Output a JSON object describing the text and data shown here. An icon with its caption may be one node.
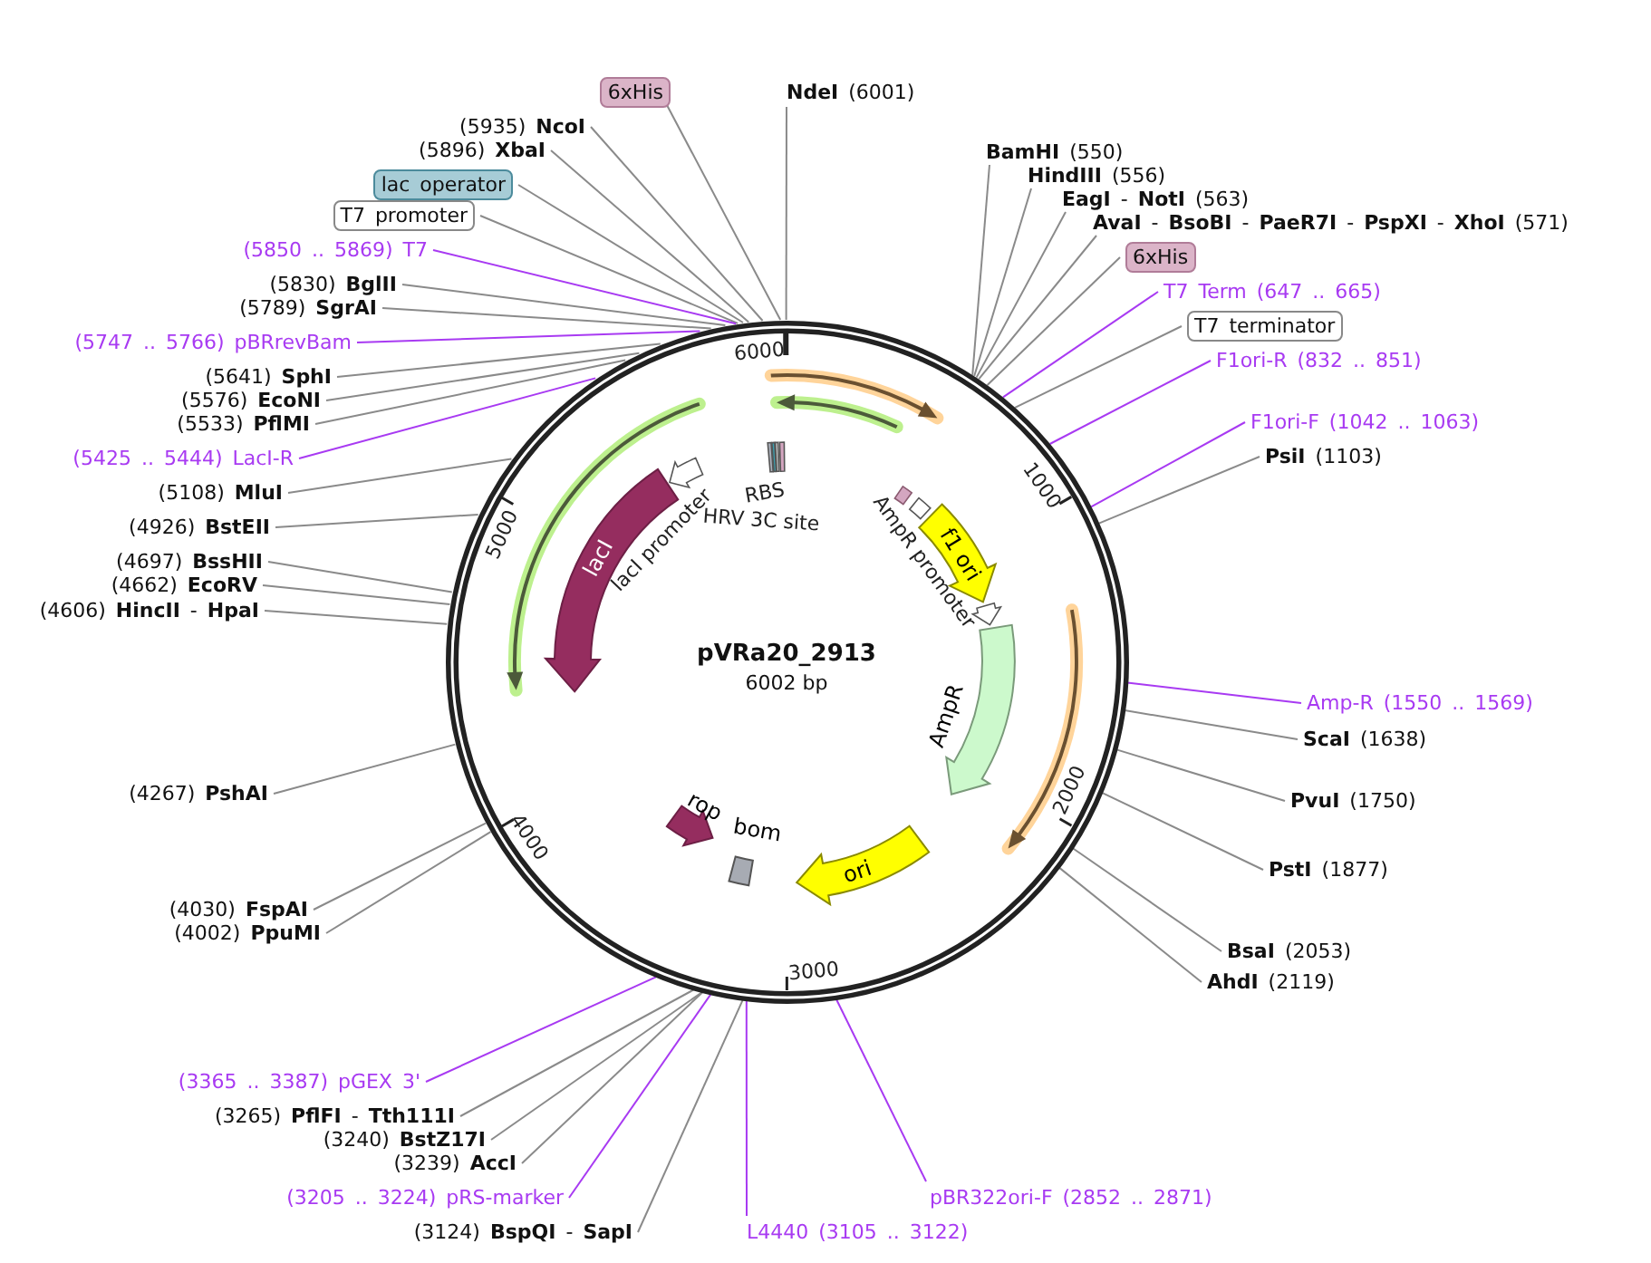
{
  "diagram": {
    "nodes": [
      {
        "text": [
          "6xHis"
        ]
      },
      {
        "text": [
          "**NdeI** (6001)"
        ]
      },
      {
        "text": [
          "(5935) **NcoI**"
        ]
      },
      {
        "text": [
          "(5896) **XbaI**"
        ]
      },
      {
        "text": [
          "lac operator"
        ]
      },
      {
        "text": [
          "T7 promoter"
        ]
      },
      {
        "text": [
          "(5850 .. 5869) T7"
        ]
      },
      {
        "text": [
          "(5830) **BglII**"
        ]
      },
      {
        "text": [
          "(5789) **SgrAI**"
        ]
      },
      {
        "text": [
          "(5747 .. 5766) pBRrevBam"
        ]
      },
      {
        "text": [
          "(5641) **SphI**"
        ]
      },
      {
        "text": [
          "(5576) **EcoNI**"
        ]
      },
      {
        "text": [
          "(5533) **PflMI**"
        ]
      },
      {
        "text": [
          "(5425 .. 5444) LacI-R"
        ]
      },
      {
        "text": [
          "(5108) **MluI**"
        ]
      },
      {
        "text": [
          "(4926) **BstEII**"
        ]
      },
      {
        "text": [
          "(4697) **BssHII**"
        ]
      },
      {
        "text": [
          "(4662) **EcoRV**"
        ]
      },
      {
        "text": [
          "(4606) **HincII** - **HpaI**"
        ]
      },
      {
        "text": [
          "(4267) **PshAI**"
        ]
      },
      {
        "text": [
          "(4030) **FspAI**"
        ]
      },
      {
        "text": [
          "(4002) **PpuMI**"
        ]
      },
      {
        "text": [
          "(3365 .. 3387) pGEX 3'"
        ]
      },
      {
        "text": [
          "(3265) **PflFI** - **Tth111I**"
        ]
      },
      {
        "text": [
          "(3240) **BstZ17I**"
        ]
      },
      {
        "text": [
          "(3239) **AccI**"
        ]
      },
      {
        "text": [
          "(3205 .. 3224) pRS-marker"
        ]
      },
      {
        "text": [
          "(3124) **BspQI** - **SapI**"
        ]
      },
      {
        "text": [
          "L4440 (3105 .. 3122)"
        ]
      },
      {
        "text": [
          "pBR322ori-F (2852 .. 2871)"
        ]
      },
      {
        "text": [
          "**AhdI** (2119)"
        ]
      },
      {
        "text": [
          "**BsaI** (2053)"
        ]
      },
      {
        "text": [
          "**PstI** (1877)"
        ]
      },
      {
        "text": [
          "**PvuI** (1750)"
        ]
      },
      {
        "text": [
          "**ScaI** (1638)"
        ]
      },
      {
        "text": [
          "Amp-R (1550 .. 1569)"
        ]
      },
      {
        "text": [
          "**PsiI** (1103)"
        ]
      },
      {
        "text": [
          "F1ori-F (1042 .. 1063)"
        ]
      },
      {
        "text": [
          "F1ori-R (832 .. 851)"
        ]
      },
      {
        "text": [
          "T7 terminator"
        ]
      },
      {
        "text": [
          "T7 Term (647 .. 665)"
        ]
      },
      {
        "text": [
          "6xHis"
        ]
      },
      {
        "text": [
          "**AvaI** - **BsoBI** - **PaeR7I** - **PspXI** - **XhoI** (571)"
        ]
      },
      {
        "text": [
          "**EagI** - **NotI** (563)"
        ]
      },
      {
        "text": [
          "**HindIII** (556)"
        ]
      },
      {
        "text": [
          "**BamHI** (550)"
        ]
      },
      {
        "text": [
          "lacI"
        ],
        "in": 52
      },
      {
        "text": [
          "f1 ori"
        ],
        "in": 52
      },
      {
        "text": [
          "AmpR"
        ],
        "in": 52
      },
      {
        "text": [
          "ori"
        ],
        "in": 52
      },
      {
        "text": [
          "rop"
        ],
        "in": 52
      },
      {
        "text": [
          "bom"
        ],
        "in": 52
      },
      {
        "text": [
          "pVRa20_2913",
          "6002 bp"
        ]
      }
    ],
    "edges": [
      {
        "from": 0,
        "to": 52,
        "arrow": "none"
      },
      {
        "from": 1,
        "to": 52,
        "arrow": "none"
      },
      {
        "from": 2,
        "to": 52,
        "arrow": "none"
      },
      {
        "from": 3,
        "to": 52,
        "arrow": "none"
      },
      {
        "from": 4,
        "to": 52,
        "arrow": "none"
      },
      {
        "from": 5,
        "to": 52,
        "arrow": "none"
      },
      {
        "from": 6,
        "to": 52,
        "arrow": "none",
        "color": "#a83af2"
      },
      {
        "from": 7,
        "to": 52,
        "arrow": "none"
      },
      {
        "from": 8,
        "to": 52,
        "arrow": "none"
      },
      {
        "from": 9,
        "to": 52,
        "arrow": "none",
        "color": "#a83af2"
      },
      {
        "from": 10,
        "to": 52,
        "arrow": "none"
      },
      {
        "from": 11,
        "to": 52,
        "arrow": "none"
      },
      {
        "from": 12,
        "to": 52,
        "arrow": "none"
      },
      {
        "from": 13,
        "to": 52,
        "arrow": "none",
        "color": "#a83af2"
      },
      {
        "from": 14,
        "to": 52,
        "arrow": "none"
      },
      {
        "from": 15,
        "to": 52,
        "arrow": "none"
      },
      {
        "from": 16,
        "to": 52,
        "arrow": "none"
      },
      {
        "from": 17,
        "to": 52,
        "arrow": "none"
      },
      {
        "from": 18,
        "to": 52,
        "arrow": "none"
      },
      {
        "from": 19,
        "to": 52,
        "arrow": "none"
      },
      {
        "from": 20,
        "to": 52,
        "arrow": "none"
      },
      {
        "from": 21,
        "to": 52,
        "arrow": "none"
      },
      {
        "from": 22,
        "to": 52,
        "arrow": "none",
        "color": "#a83af2"
      },
      {
        "from": 23,
        "to": 52,
        "arrow": "none"
      },
      {
        "from": 24,
        "to": 52,
        "arrow": "none"
      },
      {
        "from": 25,
        "to": 52,
        "arrow": "none"
      },
      {
        "from": 26,
        "to": 52,
        "arrow": "none",
        "color": "#a83af2"
      },
      {
        "from": 27,
        "to": 52,
        "arrow": "none"
      },
      {
        "from": 28,
        "to": 52,
        "arrow": "none",
        "color": "#a83af2"
      },
      {
        "from": 29,
        "to": 52,
        "arrow": "none",
        "color": "#a83af2"
      },
      {
        "from": 30,
        "to": 52,
        "arrow": "none"
      },
      {
        "from": 31,
        "to": 52,
        "arrow": "none"
      },
      {
        "from": 32,
        "to": 52,
        "arrow": "none"
      },
      {
        "from": 33,
        "to": 52,
        "arrow": "none"
      },
      {
        "from": 34,
        "to": 52,
        "arrow": "none"
      },
      {
        "from": 35,
        "to": 52,
        "arrow": "none",
        "color": "#a83af2"
      },
      {
        "from": 36,
        "to": 52,
        "arrow": "none"
      },
      {
        "from": 37,
        "to": 52,
        "arrow": "none",
        "color": "#a83af2"
      },
      {
        "from": 38,
        "to": 52,
        "arrow": "none",
        "color": "#a83af2"
      },
      {
        "from": 39,
        "to": 52,
        "arrow": "none"
      },
      {
        "from": 40,
        "to": 52,
        "arrow": "none",
        "color": "#a83af2"
      },
      {
        "from": 41,
        "to": 52,
        "arrow": "none"
      },
      {
        "from": 42,
        "to": 52,
        "arrow": "none"
      },
      {
        "from": 43,
        "to": 52,
        "arrow": "none"
      },
      {
        "from": 44,
        "to": 52,
        "arrow": "none"
      },
      {
        "from": 45,
        "to": 52,
        "arrow": "none"
      }
    ],
    "labels": [
      "6000",
      "RBS",
      "HRV 3C site",
      "AmpR promoter",
      "lacI promoter",
      "1000",
      "5000",
      "2000",
      "4000",
      "3000"
    ]
  }
}
